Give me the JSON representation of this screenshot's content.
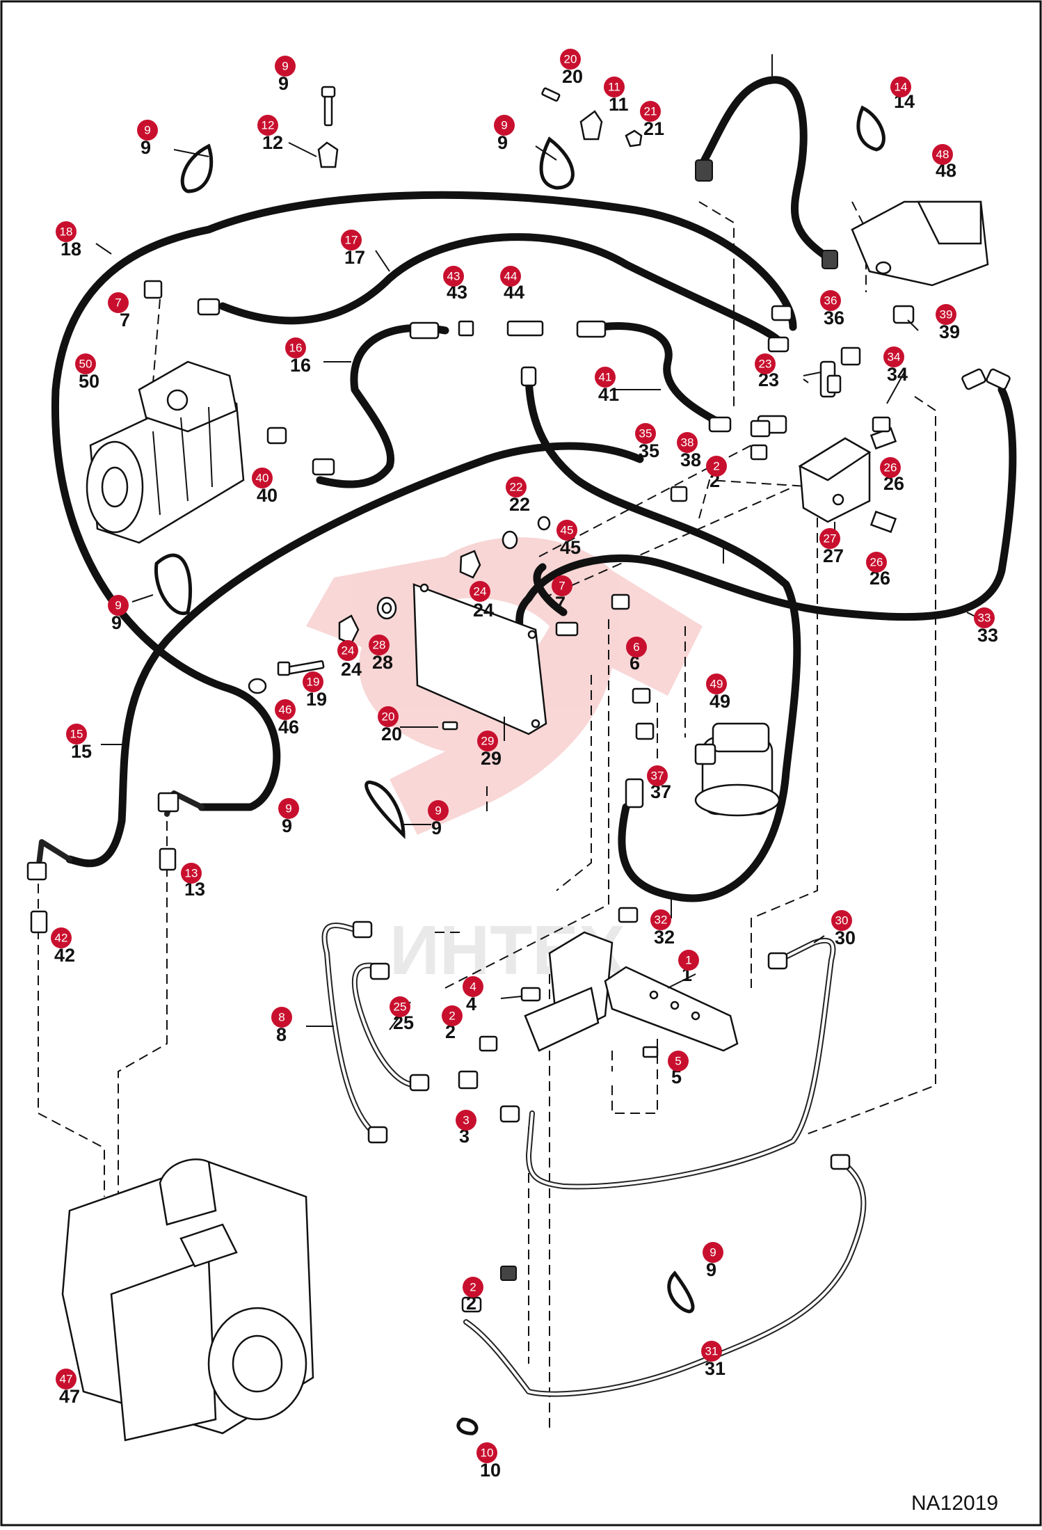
{
  "diagram_code": "NA12019",
  "watermark_text": "ИНТЕХ",
  "accent_color": "#c8102e",
  "callouts": [
    {
      "number": "1"
    },
    {
      "number": "2"
    },
    {
      "number": "2"
    },
    {
      "number": "2"
    },
    {
      "number": "3"
    },
    {
      "number": "4"
    },
    {
      "number": "5"
    },
    {
      "number": "6"
    },
    {
      "number": "7"
    },
    {
      "number": "7"
    },
    {
      "number": "8"
    },
    {
      "number": "9"
    },
    {
      "number": "9"
    },
    {
      "number": "9"
    },
    {
      "number": "9"
    },
    {
      "number": "9"
    },
    {
      "number": "9"
    },
    {
      "number": "9"
    },
    {
      "number": "10"
    },
    {
      "number": "11"
    },
    {
      "number": "12"
    },
    {
      "number": "13"
    },
    {
      "number": "14"
    },
    {
      "number": "15"
    },
    {
      "number": "16"
    },
    {
      "number": "17"
    },
    {
      "number": "18"
    },
    {
      "number": "19"
    },
    {
      "number": "20"
    },
    {
      "number": "20"
    },
    {
      "number": "21"
    },
    {
      "number": "22"
    },
    {
      "number": "23"
    },
    {
      "number": "24"
    },
    {
      "number": "24"
    },
    {
      "number": "25"
    },
    {
      "number": "26"
    },
    {
      "number": "26"
    },
    {
      "number": "27"
    },
    {
      "number": "28"
    },
    {
      "number": "29"
    },
    {
      "number": "30"
    },
    {
      "number": "31"
    },
    {
      "number": "32"
    },
    {
      "number": "33"
    },
    {
      "number": "34"
    },
    {
      "number": "35"
    },
    {
      "number": "36"
    },
    {
      "number": "37"
    },
    {
      "number": "38"
    },
    {
      "number": "39"
    },
    {
      "number": "40"
    },
    {
      "number": "41"
    },
    {
      "number": "42"
    },
    {
      "number": "43"
    },
    {
      "number": "44"
    },
    {
      "number": "45"
    },
    {
      "number": "46"
    },
    {
      "number": "47"
    },
    {
      "number": "48"
    },
    {
      "number": "49"
    },
    {
      "number": "50"
    }
  ]
}
